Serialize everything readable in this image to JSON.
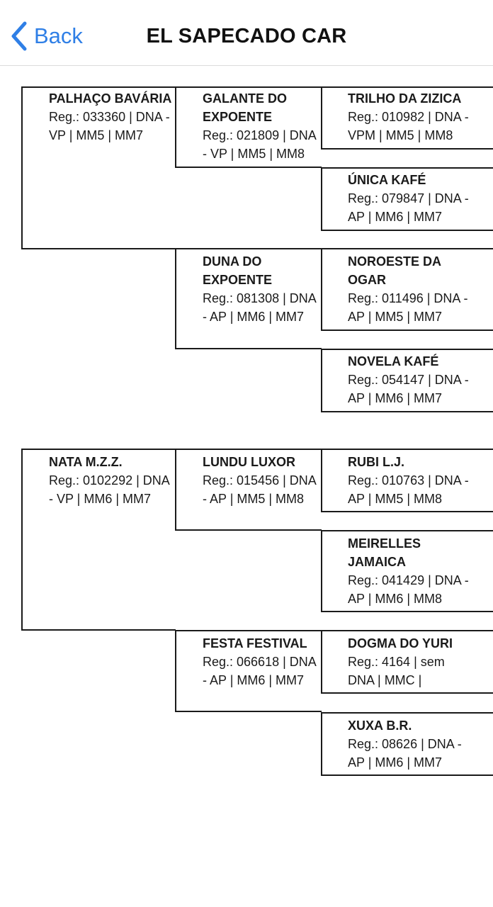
{
  "nav": {
    "back_label": "Back",
    "title": "EL SAPECADO CAR"
  },
  "sire": {
    "name": "PALHAÇO BAVÁRIA",
    "reg": "Reg.: 033360 | DNA - VP | MM5 | MM7",
    "sire": {
      "name": "GALANTE DO EXPOENTE",
      "reg": "Reg.: 021809 | DNA - VP | MM5 | MM8",
      "sire": {
        "name": "TRILHO DA ZIZICA",
        "reg": "Reg.: 010982 | DNA - VPM | MM5 | MM8"
      },
      "dam": {
        "name": "ÚNICA KAFÉ",
        "reg": "Reg.: 079847 | DNA - AP | MM6 | MM7"
      }
    },
    "dam": {
      "name": "DUNA DO EXPOENTE",
      "reg": "Reg.: 081308 | DNA - AP | MM6 | MM7",
      "sire": {
        "name": "NOROESTE DA OGAR",
        "reg": "Reg.: 011496 | DNA - AP | MM5 | MM7"
      },
      "dam": {
        "name": "NOVELA KAFÉ",
        "reg": "Reg.: 054147 | DNA - AP | MM6 | MM7"
      }
    }
  },
  "dam": {
    "name": "NATA M.Z.Z.",
    "reg": "Reg.: 0102292 | DNA - VP | MM6 | MM7",
    "sire": {
      "name": "LUNDU LUXOR",
      "reg": "Reg.: 015456 | DNA - AP | MM5 | MM8",
      "sire": {
        "name": "RUBI L.J.",
        "reg": "Reg.: 010763 | DNA - AP | MM5 | MM8"
      },
      "dam": {
        "name": "MEIRELLES JAMAICA",
        "reg": "Reg.: 041429 | DNA - AP | MM6 | MM8"
      }
    },
    "dam": {
      "name": "FESTA FESTIVAL",
      "reg": "Reg.: 066618 | DNA - AP | MM6 | MM7",
      "sire": {
        "name": "DOGMA DO YURI",
        "reg": "Reg.: 4164 | sem DNA | MMC |"
      },
      "dam": {
        "name": "XUXA B.R.",
        "reg": "Reg.: 08626 | DNA - AP | MM6 | MM7"
      }
    }
  }
}
